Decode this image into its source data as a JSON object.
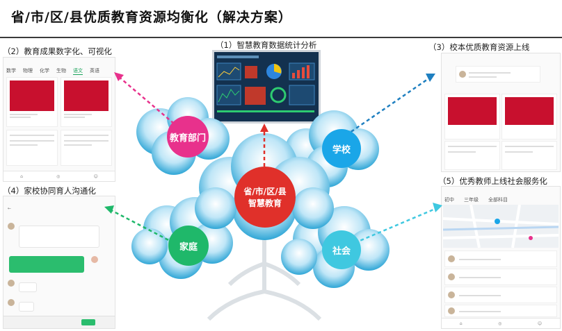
{
  "title": "省/市/区/县优质教育资源均衡化（解决方案）",
  "center": {
    "line1": "省/市/区/县",
    "line2": "智慧教育"
  },
  "nodes": {
    "edu_dept": "教育部门",
    "school": "学校",
    "family": "家庭",
    "society": "社会"
  },
  "sections": {
    "s1": "（1）智慧教育数据统计分析",
    "s2": "（2）教育成果数字化、可视化",
    "s3": "（3）校本优质教育资源上线",
    "s4": "（4）家校协同育人沟通化",
    "s5": "（5）优秀教师上线社会服务化"
  },
  "colors": {
    "edu_dept": "#e8318c",
    "school": "#1aa6e8",
    "family": "#1fb86a",
    "society": "#3fc8e0",
    "center": "#e0302a"
  },
  "icons": [
    "home-icon",
    "chat-icon",
    "user-icon",
    "map-pin-icon"
  ],
  "phone2": {
    "tabs": [
      "数学",
      "物理",
      "化学",
      "生物",
      "语文",
      "英语"
    ],
    "active_tab": "语文"
  },
  "phone5": {
    "chips": [
      "初中",
      "三年级",
      "全部科目"
    ]
  }
}
